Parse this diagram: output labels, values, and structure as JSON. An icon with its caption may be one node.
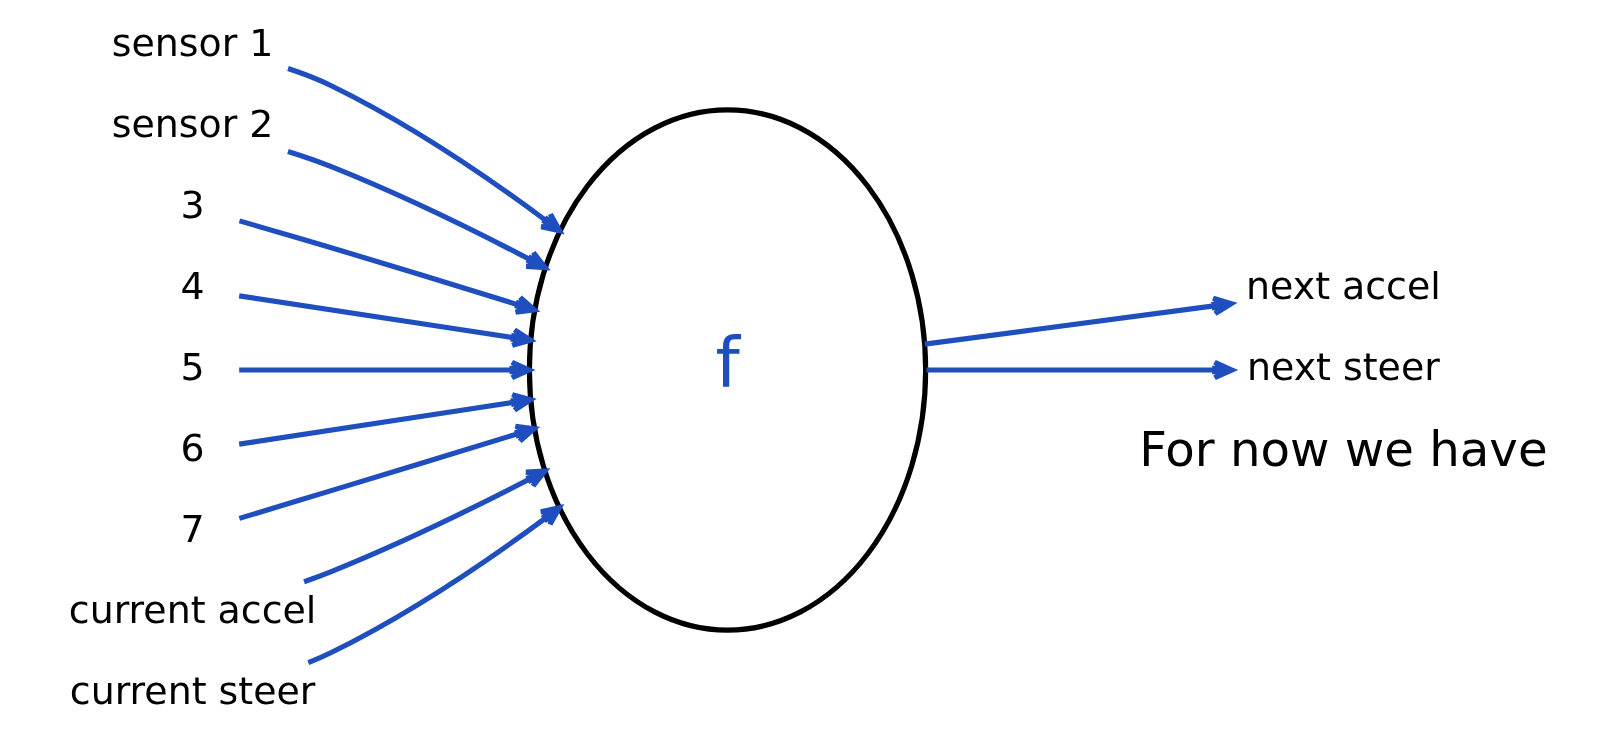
{
  "diagram": {
    "nodes": [
      {
        "text": [
          "sensor 1"
        ]
      },
      {
        "text": [
          "sensor 2"
        ]
      },
      {
        "text": [
          "3"
        ]
      },
      {
        "text": [
          "4"
        ]
      },
      {
        "text": [
          "5"
        ]
      },
      {
        "text": [
          "6"
        ]
      },
      {
        "text": [
          "7"
        ]
      },
      {
        "text": [
          "current accel"
        ]
      },
      {
        "text": [
          "current steer"
        ]
      },
      {
        "text": [
          "f"
        ]
      },
      {
        "text": [
          "next accel"
        ]
      },
      {
        "text": [
          "next steer"
        ]
      }
    ],
    "edges": [
      {
        "from": 0,
        "to": 9,
        "arrow": "to"
      },
      {
        "from": 1,
        "to": 9,
        "arrow": "to"
      },
      {
        "from": 2,
        "to": 9,
        "arrow": "to"
      },
      {
        "from": 3,
        "to": 9,
        "arrow": "to"
      },
      {
        "from": 4,
        "to": 9,
        "arrow": "to"
      },
      {
        "from": 5,
        "to": 9,
        "arrow": "to"
      },
      {
        "from": 6,
        "to": 9,
        "arrow": "to"
      },
      {
        "from": 7,
        "to": 9,
        "arrow": "to"
      },
      {
        "from": 8,
        "to": 9,
        "arrow": "to"
      },
      {
        "from": 9,
        "to": 10,
        "arrow": "to"
      },
      {
        "from": 9,
        "to": 11,
        "arrow": "to"
      }
    ],
    "labels": [
      "For now we have"
    ]
  }
}
